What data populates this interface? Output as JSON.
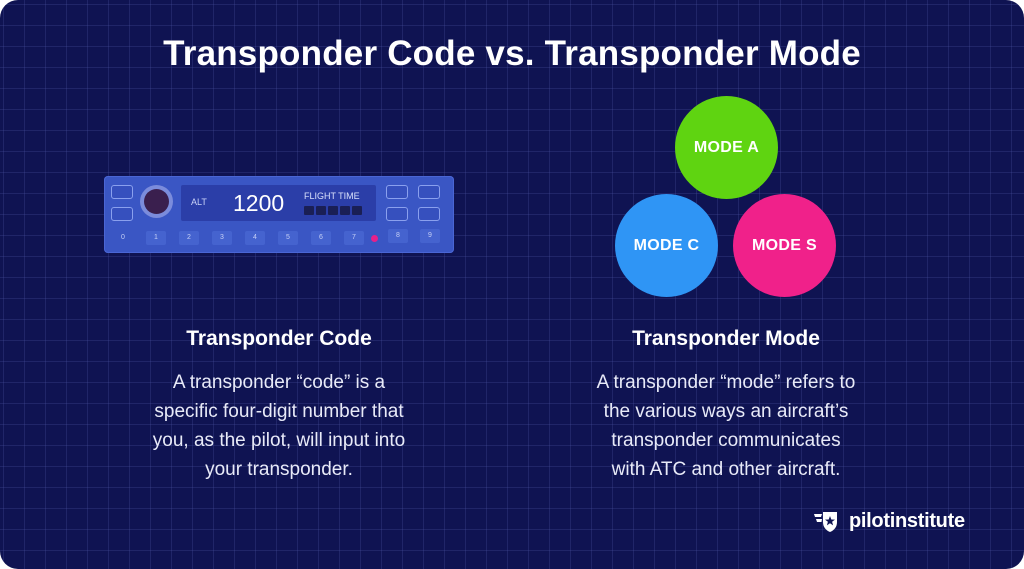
{
  "title": "Transponder Code vs. Transponder Mode",
  "device": {
    "alt_label": "ALT",
    "code_value": "1200",
    "flight_time_label": "FLIGHT TIME",
    "keys": [
      "0",
      "1",
      "2",
      "3",
      "4",
      "5",
      "6",
      "7",
      "8",
      "9"
    ]
  },
  "modes": {
    "a": "MODE A",
    "c": "MODE C",
    "s": "MODE S"
  },
  "left": {
    "heading": "Transponder Code",
    "body": [
      "A transponder “code” is a",
      "specific four-digit number that",
      "you, as the pilot, will input into",
      "your transponder."
    ]
  },
  "right": {
    "heading": "Transponder Mode",
    "body": [
      "A transponder “mode” refers to",
      "the various ways an aircraft’s",
      "transponder communicates",
      "with ATC and other aircraft."
    ]
  },
  "logo": {
    "text": "pilotinstitute",
    "icon": "winged-star-shield-icon"
  },
  "colors": {
    "background": "#0f1352",
    "device": "#3a56c4",
    "mode_a": "#5fd411",
    "mode_c": "#2f95f5",
    "mode_s": "#f0218a",
    "indicator": "#e6208a"
  }
}
